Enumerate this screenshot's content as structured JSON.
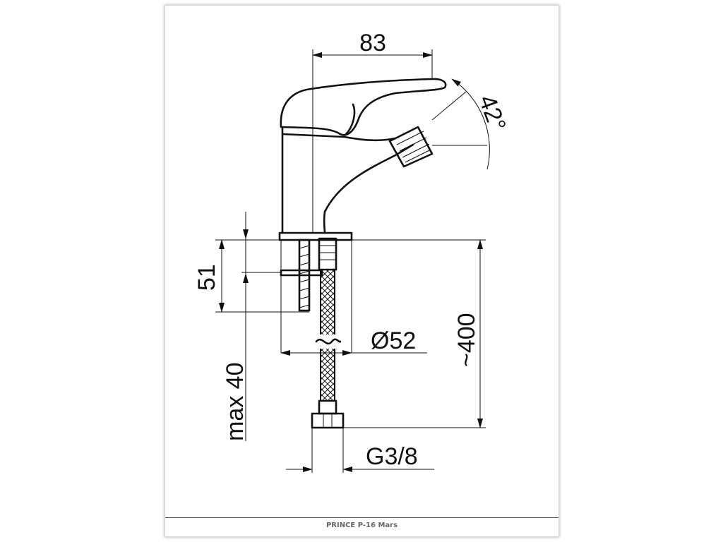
{
  "drawing": {
    "caption": "PRINCE P-16 Mars",
    "dimensions": {
      "width_top": "83",
      "angle": "42°",
      "height_51": "51",
      "max_40": "max 40",
      "diameter": "Ø52",
      "hose_length": "~400",
      "thread": "G3/8"
    }
  }
}
